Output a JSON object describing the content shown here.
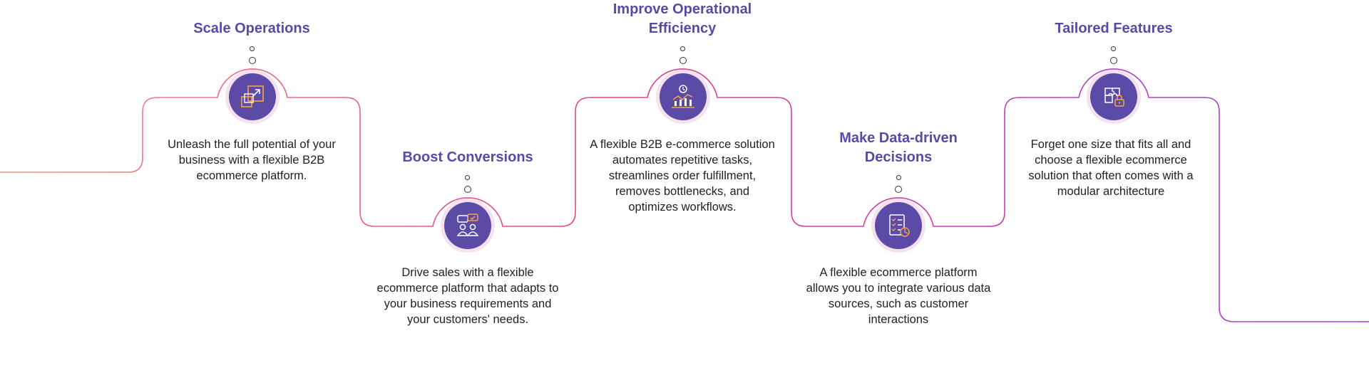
{
  "steps": [
    {
      "title": "Scale Operations",
      "description": "Unleash the full potential of your business with a flexible B2B ecommerce platform.",
      "icon": "scale-arrows-icon"
    },
    {
      "title": "Boost Conversions",
      "description": "Drive sales with a flexible ecommerce platform that adapts to your business requirements and your customers' needs.",
      "icon": "users-chat-icon"
    },
    {
      "title": "Improve Operational Efficiency",
      "description": "A flexible B2B e-commerce solution automates repetitive tasks, streamlines order fulfillment, removes bottlenecks, and optimizes workflows.",
      "icon": "efficiency-chart-icon"
    },
    {
      "title": "Make Data-driven Decisions",
      "description": "A flexible ecommerce platform allows you to integrate various data sources, such as customer interactions",
      "icon": "data-report-icon"
    },
    {
      "title": "Tailored Features",
      "description": "Forget one size that fits all and choose a flexible ecommerce solution that often comes with a modular architecture",
      "icon": "puzzle-lock-icon"
    }
  ],
  "colors": {
    "accent": "#5a4aa6",
    "path_start": "#f39a6a",
    "path_mid": "#e83e8c",
    "path_end": "#a040d8"
  }
}
